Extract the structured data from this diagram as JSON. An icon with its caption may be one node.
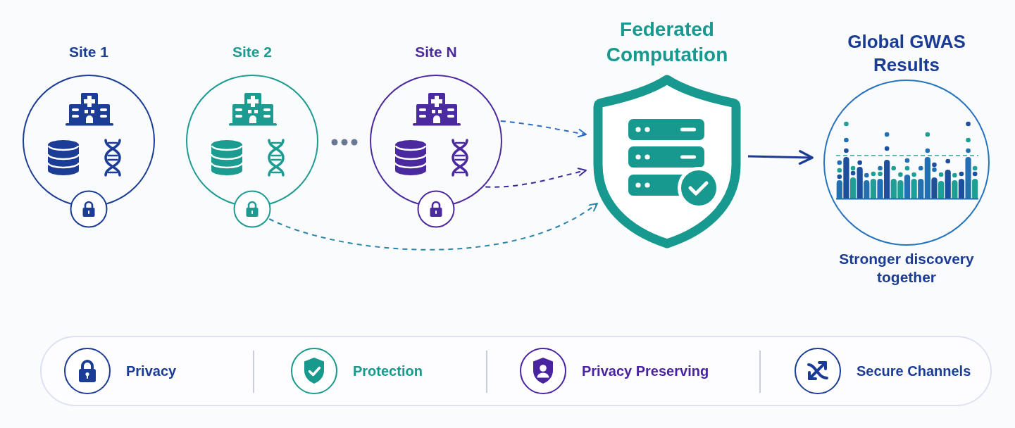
{
  "diagram": {
    "nodes": [
      {
        "text": [
          "Site 1"
        ]
      },
      {
        "text": [
          "Site 2"
        ]
      },
      {
        "text": [
          "Site N"
        ]
      },
      {
        "text": [
          "Federated Computation"
        ]
      },
      {
        "text": [
          "Global GWAS Results"
        ],
        "beside": [
          "Stronger discovery together"
        ]
      }
    ],
    "edges": [
      {
        "from": 2,
        "to": 3,
        "arrow": "to",
        "style": "dashed",
        "color": "#2a6cc4"
      },
      {
        "from": 2,
        "to": 3,
        "arrow": "to",
        "style": "dashed",
        "color": "#3b2a9c"
      },
      {
        "from": 1,
        "to": 3,
        "arrow": "to",
        "style": "dashed",
        "color": "#2a86a8"
      },
      {
        "from": 3,
        "to": 4,
        "arrow": "to"
      }
    ],
    "legend": [
      {
        "text": "Privacy"
      },
      {
        "text": "Protection"
      },
      {
        "text": "Privacy Preserving"
      },
      {
        "text": "Secure Channels"
      }
    ]
  }
}
